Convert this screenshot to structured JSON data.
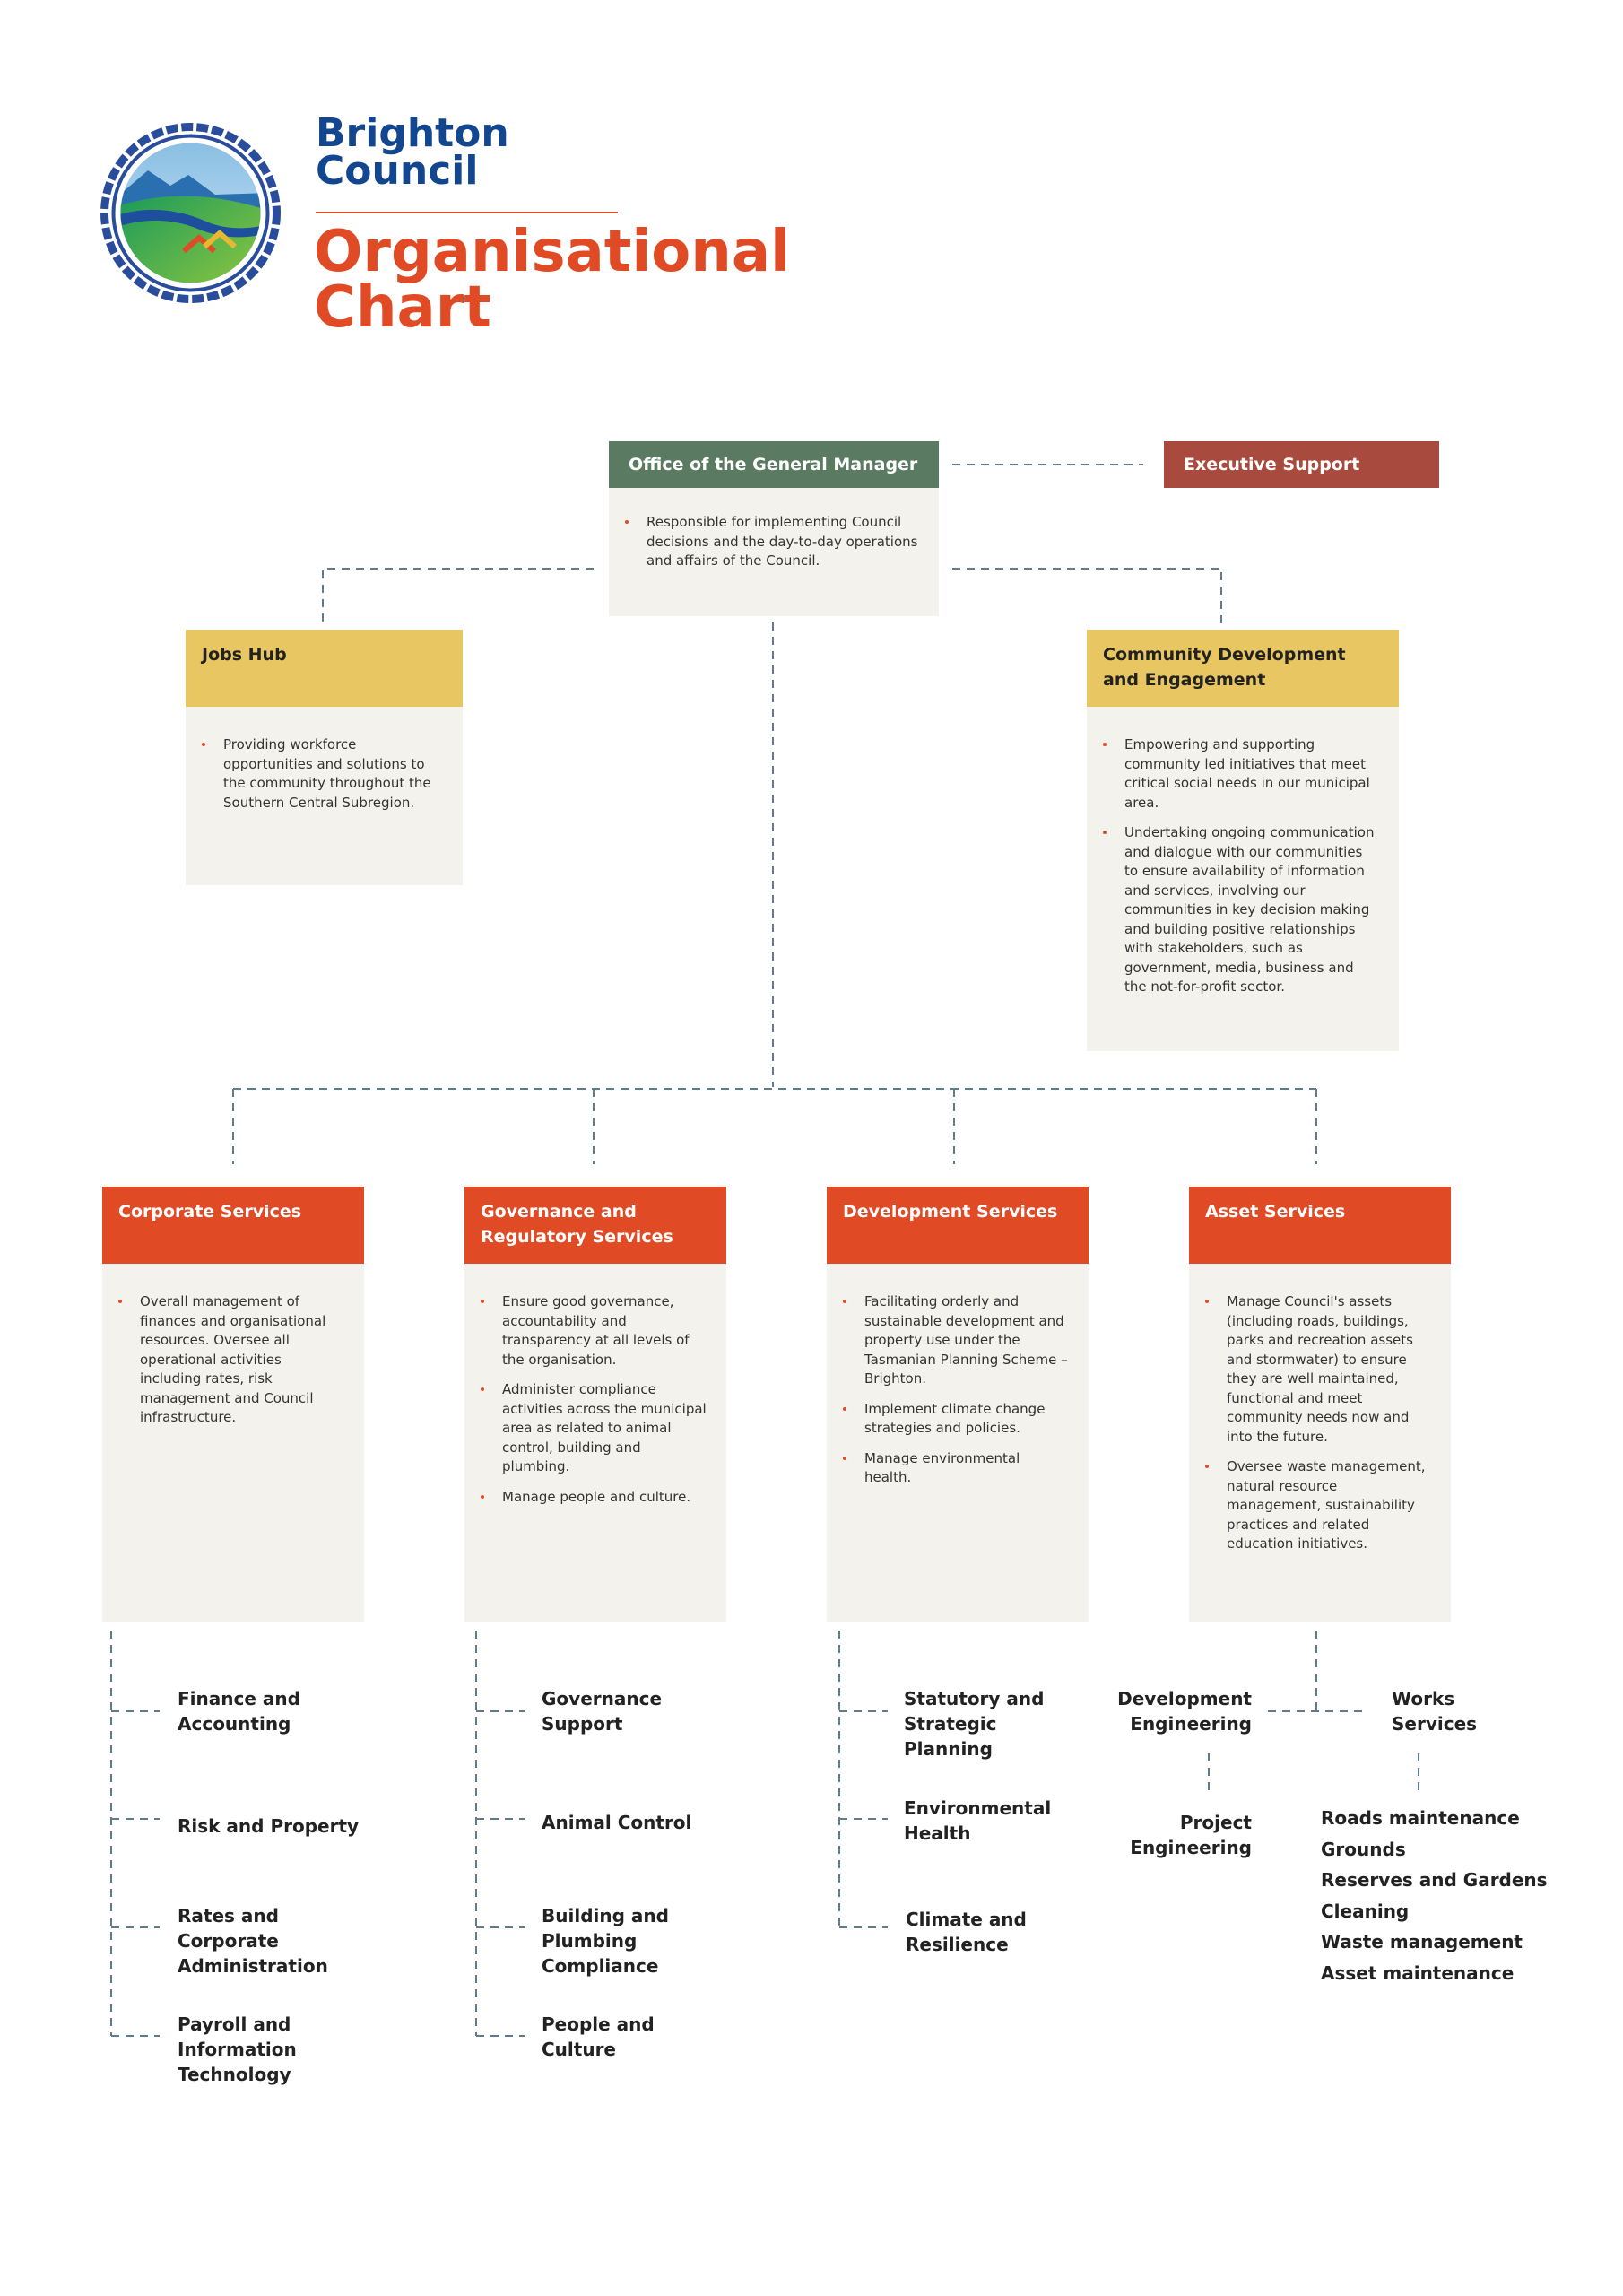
{
  "header": {
    "brand_line1": "Brighton",
    "brand_line2": "Council",
    "title_line1": "Organisational",
    "title_line2": "Chart"
  },
  "colors": {
    "brand_blue": "#12468f",
    "accent_orange": "#e04b25",
    "gm_green": "#5a7a61",
    "exec_red": "#a84a3e",
    "jobs_yellow": "#e8c662",
    "service_orange": "#e04b25",
    "box_bg": "#f3f2ec",
    "connector": "#5f7c8a"
  },
  "top": {
    "gm": {
      "title": "Office of the General Manager",
      "bullets": [
        "Responsible for implementing Council decisions and the day-to-day operations and affairs of the Council."
      ]
    },
    "exec": {
      "title": "Executive Support"
    },
    "jobs": {
      "title": "Jobs Hub",
      "bullets": [
        "Providing workforce opportunities and solutions to the community throughout the Southern Central Subregion."
      ]
    },
    "community": {
      "title": "Community Development and Engagement",
      "bullets": [
        "Empowering and supporting community led initiatives that meet critical social needs in our municipal area.",
        "Undertaking ongoing communication and dialogue with our communities to ensure availability of information and services, involving our communities in key decision making and building positive relationships with stakeholders, such as government, media, business and the not-for-profit sector."
      ]
    }
  },
  "services": [
    {
      "title": "Corporate Services",
      "bullets": [
        "Overall management of finances and organisational resources. Oversee all operational activities including rates, risk management and Council infrastructure."
      ],
      "units": [
        "Finance and Accounting",
        "Risk and Property",
        "Rates and Corporate Administration",
        "Payroll and Information Technology"
      ]
    },
    {
      "title": "Governance and Regulatory Services",
      "bullets": [
        "Ensure good governance, accountability and transparency at all levels of the organisation.",
        "Administer compliance activities across the municipal area as related to animal control, building and plumbing.",
        "Manage people and culture."
      ],
      "units": [
        "Governance Support",
        "Animal Control",
        "Building and Plumbing Compliance",
        "People and Culture"
      ]
    },
    {
      "title": "Development Services",
      "bullets": [
        "Facilitating orderly and sustainable development and property use under the Tasmanian Planning Scheme – Brighton.",
        "Implement climate change strategies and policies.",
        "Manage environmental health."
      ],
      "units": [
        "Statutory and Strategic Planning",
        "Environmental Health",
        "Climate and Resilience"
      ]
    },
    {
      "title": "Asset Services",
      "bullets": [
        "Manage Council's assets (including roads, buildings, parks and recreation assets and stormwater) to ensure they are well maintained, functional and meet community needs now and into the future.",
        "Oversee waste management, natural resource management, sustainability practices and related education initiatives."
      ],
      "units": [
        "Development Engineering",
        "Works Services",
        "Project Engineering"
      ],
      "works_items": [
        "Roads maintenance",
        "Grounds",
        "Reserves and Gardens",
        "Cleaning",
        "Waste management",
        "Asset maintenance"
      ]
    }
  ]
}
